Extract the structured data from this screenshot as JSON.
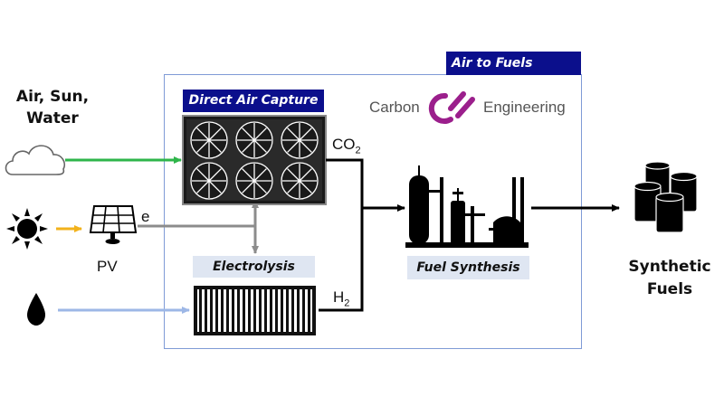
{
  "inputs": {
    "air_sun_water": "Air, Sun,\nWater",
    "pv_label": "PV",
    "electric_label": "e"
  },
  "process": {
    "group_title": "Air to Fuels",
    "dac_title": "Direct Air Capture",
    "electrolysis_title": "Electrolysis",
    "fuel_synthesis_title": "Fuel Synthesis",
    "co2_label": "CO",
    "co2_sub": "2",
    "h2_label": "H",
    "h2_sub": "2"
  },
  "logo": {
    "word1": "Carbon",
    "word2": "Engineering",
    "color": "#9b1f8c"
  },
  "output": {
    "label": "Synthetic\nFuels"
  },
  "colors": {
    "air_arrow": "#2eb54a",
    "sun_arrow": "#f2b21b",
    "water_arrow": "#9db7e6",
    "electric_arrow": "#8c8c8c",
    "frame": "#7f9bd6",
    "tag_dark": "#0b0f8c",
    "tag_light": "#dfe6f2"
  },
  "icons": [
    "cloud-icon",
    "sun-icon",
    "water-drop-icon",
    "solar-panel-icon",
    "fan-array-icon",
    "electrolyzer-icon",
    "refinery-icon",
    "oil-barrels-icon"
  ]
}
